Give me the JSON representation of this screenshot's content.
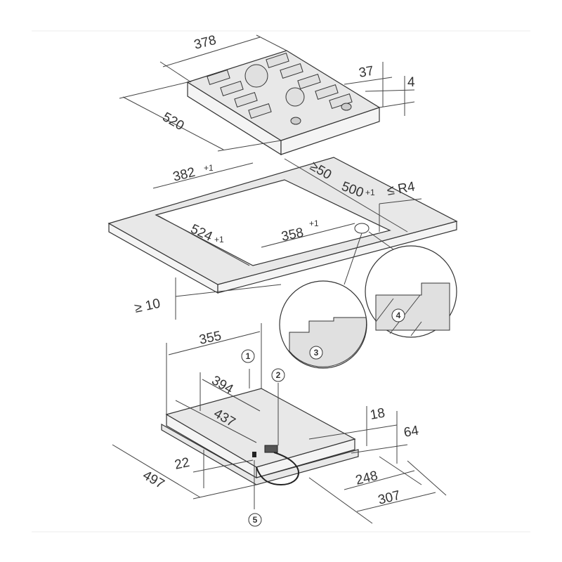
{
  "hob": {
    "width": "378",
    "depth": "520",
    "height": "37",
    "frame_height": "4"
  },
  "cutout": {
    "width": "382",
    "width_tol": "+1",
    "depth": "524",
    "depth_tol": "+1",
    "inner_width": "358",
    "inner_width_tol": "+1",
    "inner_depth": "500",
    "inner_depth_tol": "+1",
    "rear_clearance": "≥50",
    "corner_radius": "≤ R4",
    "worktop_thickness": "≥ 10"
  },
  "underside": {
    "width": "355",
    "d394": "394",
    "d437": "437",
    "d497": "497",
    "d18": "18",
    "d64": "64",
    "d22": "22",
    "d248": "248",
    "d307": "307"
  },
  "callouts": [
    "1",
    "2",
    "3",
    "4",
    "5"
  ]
}
